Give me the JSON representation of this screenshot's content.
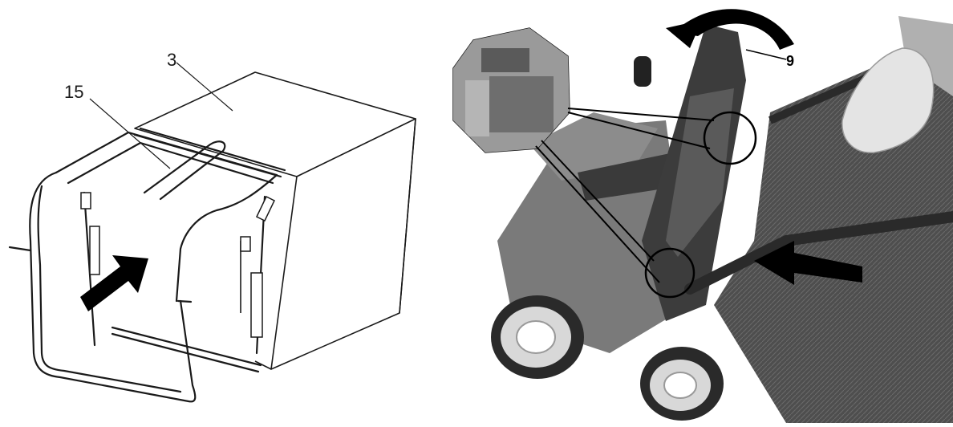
{
  "figure_left": {
    "callouts": [
      {
        "id": "bag",
        "label": "3"
      },
      {
        "id": "frame-handle",
        "label": "15"
      }
    ]
  },
  "figure_right": {
    "callouts": [
      {
        "id": "flap",
        "label": "9"
      }
    ]
  },
  "colors": {
    "line": "#1a1a1a",
    "arrow": "#000000",
    "mower_body": "#7a7a7a",
    "fabric": "#5a5a5a"
  }
}
